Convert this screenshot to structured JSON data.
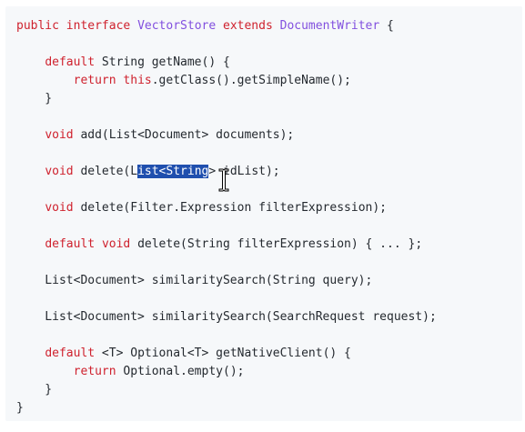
{
  "code": {
    "lines": [
      [
        {
          "t": "public ",
          "c": "kw"
        },
        {
          "t": "interface ",
          "c": "kw"
        },
        {
          "t": "VectorStore ",
          "c": "type"
        },
        {
          "t": "extends ",
          "c": "kw"
        },
        {
          "t": "DocumentWriter",
          "c": "type"
        },
        {
          "t": " {",
          "c": "plain"
        }
      ],
      [
        {
          "t": "",
          "c": "plain"
        }
      ],
      [
        {
          "t": "    ",
          "c": "plain"
        },
        {
          "t": "default",
          "c": "kw"
        },
        {
          "t": " String getName() {",
          "c": "plain"
        }
      ],
      [
        {
          "t": "        ",
          "c": "plain"
        },
        {
          "t": "return",
          "c": "kw"
        },
        {
          "t": " ",
          "c": "plain"
        },
        {
          "t": "this",
          "c": "kw"
        },
        {
          "t": ".getClass().getSimpleName();",
          "c": "plain"
        }
      ],
      [
        {
          "t": "    }",
          "c": "plain"
        }
      ],
      [
        {
          "t": "",
          "c": "plain"
        }
      ],
      [
        {
          "t": "    ",
          "c": "plain"
        },
        {
          "t": "void",
          "c": "kw"
        },
        {
          "t": " add(List<Document> documents);",
          "c": "plain"
        }
      ],
      [
        {
          "t": "",
          "c": "plain"
        }
      ],
      [
        {
          "t": "    ",
          "c": "plain"
        },
        {
          "t": "void",
          "c": "kw"
        },
        {
          "t": " delete(L",
          "c": "plain"
        },
        {
          "t": "ist<String",
          "c": "sel"
        },
        {
          "t": "> idList);",
          "c": "plain"
        }
      ],
      [
        {
          "t": "",
          "c": "plain"
        }
      ],
      [
        {
          "t": "    ",
          "c": "plain"
        },
        {
          "t": "void",
          "c": "kw"
        },
        {
          "t": " delete(Filter.Expression filterExpression);",
          "c": "plain"
        }
      ],
      [
        {
          "t": "",
          "c": "plain"
        }
      ],
      [
        {
          "t": "    ",
          "c": "plain"
        },
        {
          "t": "default",
          "c": "kw"
        },
        {
          "t": " ",
          "c": "plain"
        },
        {
          "t": "void",
          "c": "kw"
        },
        {
          "t": " delete(String filterExpression) { ... };",
          "c": "plain"
        }
      ],
      [
        {
          "t": "",
          "c": "plain"
        }
      ],
      [
        {
          "t": "    List<Document> similaritySearch(String query);",
          "c": "plain"
        }
      ],
      [
        {
          "t": "",
          "c": "plain"
        }
      ],
      [
        {
          "t": "    List<Document> similaritySearch(SearchRequest request);",
          "c": "plain"
        }
      ],
      [
        {
          "t": "",
          "c": "plain"
        }
      ],
      [
        {
          "t": "    ",
          "c": "plain"
        },
        {
          "t": "default",
          "c": "kw"
        },
        {
          "t": " <T> Optional<T> getNativeClient() {",
          "c": "plain"
        }
      ],
      [
        {
          "t": "        ",
          "c": "plain"
        },
        {
          "t": "return",
          "c": "kw"
        },
        {
          "t": " Optional.empty();",
          "c": "plain"
        }
      ],
      [
        {
          "t": "    }",
          "c": "plain"
        }
      ],
      [
        {
          "t": "}",
          "c": "plain"
        }
      ]
    ]
  },
  "colors": {
    "keyword": "#cf222e",
    "type": "#8250df",
    "text": "#24292f",
    "selection": "#1f4fae",
    "background": "#f6f8fa"
  },
  "cursor": {
    "icon": "text-cursor-icon"
  }
}
